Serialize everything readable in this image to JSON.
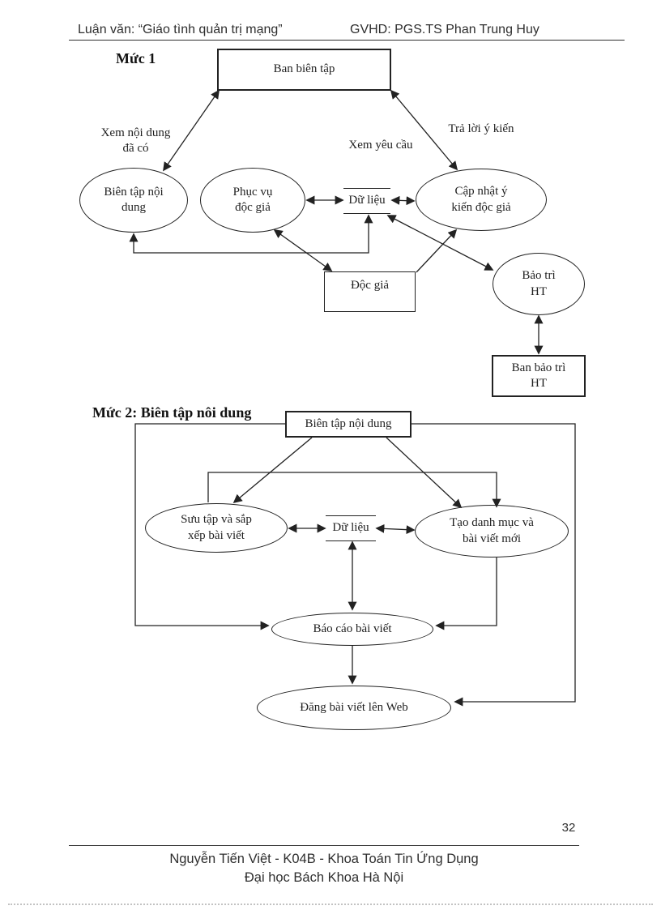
{
  "header": {
    "left": "Luận văn: “Giáo tình quản trị mạng”",
    "right": "GVHD: PGS.TS Phan Trung Huy"
  },
  "diagram1": {
    "title": "Mức 1",
    "nodes": {
      "ban_bien_tap": "Ban biên tập",
      "bien_tap_noi_dung": "Biên tập nội\ndung",
      "phuc_vu_doc_gia": "Phục vụ\nđộc giả",
      "du_lieu": "Dữ liệu",
      "cap_nhat_y_kien": "Cập nhật ý\nkiến độc giả",
      "doc_gia": "Độc giả",
      "bao_tri_ht": "Bảo trì\nHT",
      "ban_bao_tri_ht": "Ban bảo trì\nHT"
    },
    "edge_labels": {
      "xem_noi_dung": "Xem nội dung\nđã có",
      "xem_yeu_cau": "Xem yêu cầu",
      "tra_loi_y_kien": "Trả lời ý kiến"
    }
  },
  "diagram2": {
    "title": "Mức 2: Biên tập nôi dung",
    "nodes": {
      "bien_tap_noi_dung": "Biên tập nội dung",
      "suu_tap": "Sưu tập và sắp\nxếp bài viết",
      "du_lieu": "Dữ liệu",
      "tao_danh_muc": "Tạo danh mục và\nbài viết mới",
      "bao_cao": "Báo cáo bài viết",
      "dang_bai_viet": "Đăng bài viết lên Web"
    }
  },
  "footer": {
    "page_number": "32",
    "line1": "Nguyễn Tiến Việt - K04B - Khoa Toán Tin Ứng Dụng",
    "line2": "Đại học Bách Khoa Hà Nội"
  }
}
